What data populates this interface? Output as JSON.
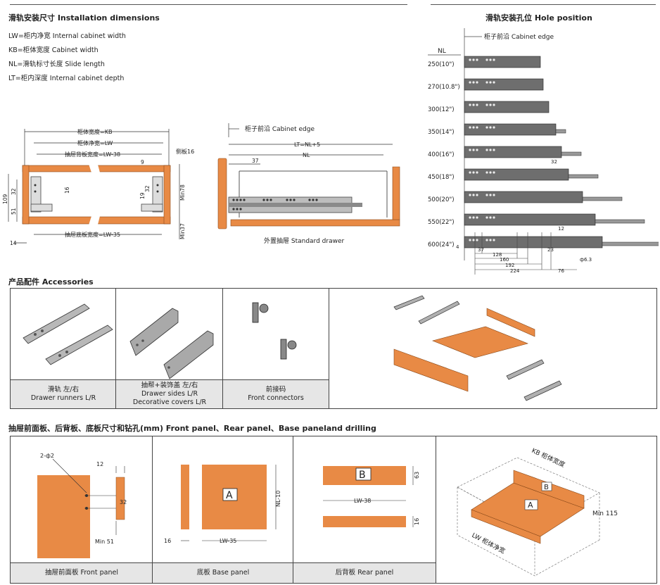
{
  "installation": {
    "title": "滑轨安装尺寸 Installation dimensions",
    "legend": [
      "LW=柜内净宽  Internal cabinet width",
      "KB=柜体宽度  Cabinet width",
      "NL=滑轨标寸长度  Slide length",
      "LT=柜内深度  Internal cabinet depth"
    ],
    "front_labels": {
      "kb": "柜体宽度=KB",
      "lw": "柜体净宽=LW",
      "back_panel": "抽屉背板宽度=LW-38",
      "side_panel": "侧板16",
      "base_panel": "抽屉底板宽度=LW-35",
      "d9": "9",
      "d16": "16",
      "d109": "109",
      "d32a": "32",
      "d51": "51",
      "d19": "19",
      "d32b": "32",
      "min78": "Min78",
      "min37": "Min37",
      "d14": "14"
    },
    "side_labels": {
      "cabinet_edge": "柜子前沿 Cabinet edge",
      "lt": "LT=NL+5",
      "nl": "NL",
      "d37": "37",
      "caption": "外置抽屉 Standard drawer"
    }
  },
  "holes": {
    "title": "滑轨安装孔位 Hole position",
    "cabinet_edge": "柜子前沿 Cabinet edge",
    "nl_header": "NL",
    "rows": [
      "250(10\")",
      "270(10.8\")",
      "300(12\")",
      "350(14\")",
      "400(16\")",
      "450(18\")",
      "500(20\")",
      "550(22\")",
      "600(24\")"
    ],
    "dims": [
      "4",
      "37",
      "128",
      "160",
      "192",
      "224",
      "76",
      "12",
      "23",
      "32",
      "ф6.3"
    ]
  },
  "accessories": {
    "title": "产品配件 Accessories",
    "items": [
      {
        "zh": "滑轨  左/右",
        "en": "Drawer runners  L/R"
      },
      {
        "zh": "抽帮+装饰盖  左/右",
        "en": "Drawer sides  L/R",
        "en2": "Decorative covers  L/R"
      },
      {
        "zh": "前接码",
        "en": "Front connectors"
      }
    ]
  },
  "panels": {
    "title": "抽屉前面板、后背板、底板尺寸和钻孔(mm)  Front panel、Rear panel、Base paneland drilling",
    "front": {
      "caption": "抽屉前面板  Front panel",
      "hole": "2-ф2",
      "d12": "12",
      "d32": "32",
      "min51": "Min 51"
    },
    "base": {
      "caption": "底板  Base panel",
      "letter": "A",
      "nl10": "NL-10",
      "d16": "16",
      "lw35": "LW-35"
    },
    "rear": {
      "caption": "后背板  Rear panel",
      "letter": "B",
      "d63": "63",
      "lw38": "LW-38",
      "d16": "16"
    },
    "iso": {
      "kb": "KB 柜体宽度",
      "lw": "LW 柜体净宽",
      "min115": "Min 115",
      "a": "A",
      "b": "B"
    }
  },
  "colors": {
    "wood": "#e88a45",
    "wood_dark": "#c96c2a",
    "grey": "#6e6e6e",
    "caption_bg": "#e6e6e6"
  }
}
